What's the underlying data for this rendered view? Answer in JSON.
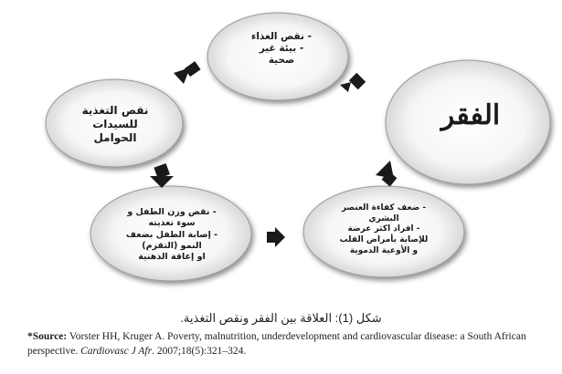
{
  "diagram": {
    "nodes": [
      {
        "id": "food-shortage",
        "lines": [
          "- نقص الغذاء",
          "- بيئة غير",
          "صحية"
        ]
      },
      {
        "id": "maternal-nutrition",
        "lines": [
          "نقص التغذية",
          "للسيدات",
          "الحوامل"
        ]
      },
      {
        "id": "poverty",
        "lines": [
          "الفقر"
        ]
      },
      {
        "id": "child-growth",
        "lines": [
          "- نقص وزن الطفل و",
          "سوء تغذيته",
          "- إصابة الطفل بضعف",
          "النمو (التقزم)",
          "او إعاقة الذهنية"
        ]
      },
      {
        "id": "weak-productivity",
        "lines": [
          "- ضعف كفاءة العنصر",
          "البشري",
          "- افراد اكثر عرضة",
          "للإصابة بأمراض القلب",
          "و الأوعية الدموية"
        ]
      }
    ],
    "edges": [
      {
        "from": "poverty",
        "to": "food-shortage"
      },
      {
        "from": "food-shortage",
        "to": "maternal-nutrition"
      },
      {
        "from": "maternal-nutrition",
        "to": "child-growth"
      },
      {
        "from": "child-growth",
        "to": "weak-productivity"
      },
      {
        "from": "weak-productivity",
        "to": "poverty"
      }
    ]
  },
  "caption": "شكل (1): العلاقة بين الفقر ونقص التغذية.",
  "source": {
    "label": "*Source:",
    "text": " Vorster HH, Kruger A. Poverty, malnutrition, underdevelopment and cardiovascular disease: a South African perspective. ",
    "journal": "Cardiovasc J Afr",
    "rest": ". 2007;18(5):321–324."
  }
}
